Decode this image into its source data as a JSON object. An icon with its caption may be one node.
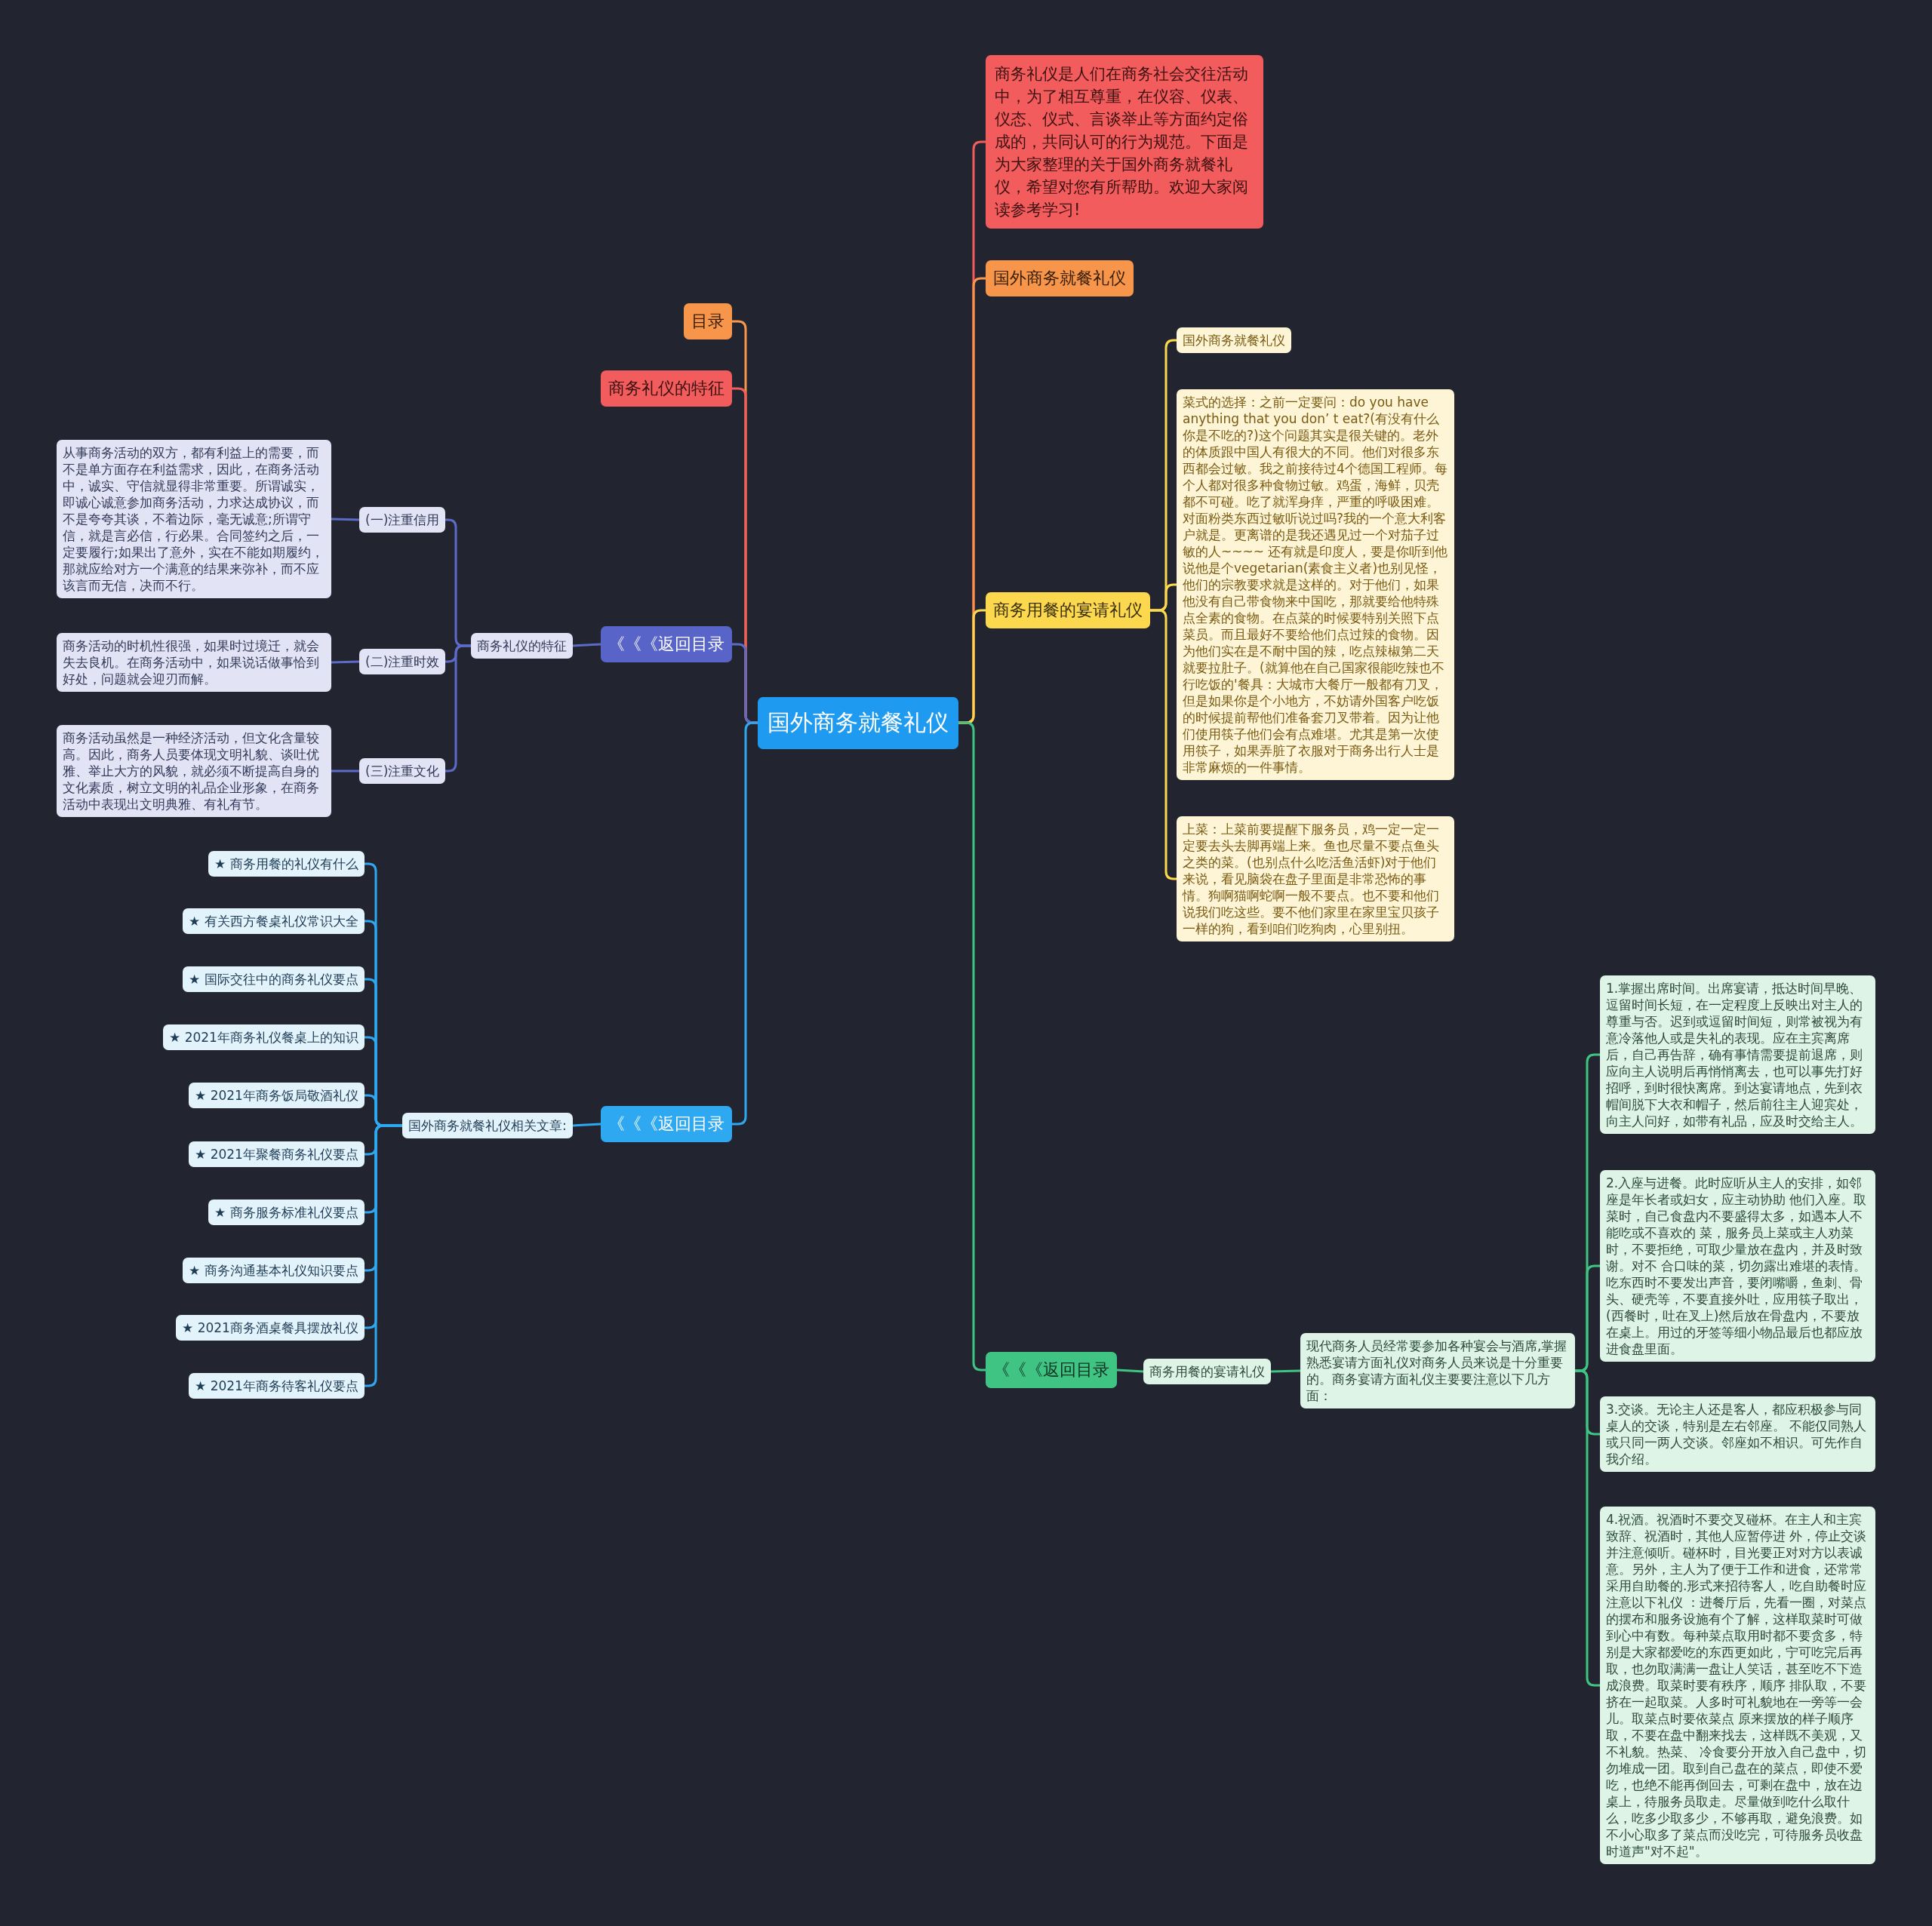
{
  "diagram": {
    "nodes": [
      {
        "text": [
          "国外商务就餐礼仪"
        ]
      },
      {
        "text": [
          "商务礼仪是人们在商务社会交往活动中，为了相互尊重，在仪容、仪表、仪态、仪式、言谈举止等方面约定俗成的，共同认可的行为规范。下面是为大家整理的关于国外商务就餐礼仪，希望对您有所帮助。欢迎大家阅读参考学习!"
        ]
      },
      {
        "text": [
          "国外商务就餐礼仪"
        ]
      },
      {
        "text": [
          "商务用餐的宴请礼仪"
        ]
      },
      {
        "text": [
          "国外商务就餐礼仪"
        ]
      },
      {
        "text": [
          "菜式的选择：之前一定要问：do you have anything that you don’ t eat?(有没有什么你是不吃的?)这个问题其实是很关键的。老外的体质跟中国人有很大的不同。他们对很多东西都会过敏。我之前接待过4个德国工程师。每个人都对很多种食物过敏。鸡蛋，海鲜，贝壳都不可碰。吃了就浑身痒，严重的呼吸困难。对面粉类东西过敏听说过吗?我的一个意大利客户就是。更离谱的是我还遇见过一个对茄子过敏的人~~~~ 还有就是印度人，要是你听到他说他是个vegetarian(素食主义者)也别见怪，他们的宗教要求就是这样的。对于他们，如果他没有自己带食物来中国吃，那就要给他特殊点全素的食物。在点菜的时候要特别关照下点菜员。而且最好不要给他们点过辣的食物。因为他们实在是不耐中国的辣，吃点辣椒第二天就要拉肚子。(就算他在自己国家很能吃辣也不行吃饭的'餐具：大城市大餐厅一般都有刀叉，但是如果你是个小地方，不妨请外国客户吃饭的时候提前帮他们准备套刀叉带着。因为让他们使用筷子他们会有点难堪。尤其是第一次使用筷子，如果弄脏了衣服对于商务出行人士是非常麻烦的一件事情。"
        ]
      },
      {
        "text": [
          "上菜：上菜前要提醒下服务员，鸡一定一定一定要去头去脚再端上来。鱼也尽量不要点鱼头之类的菜。(也别点什么吃活鱼活虾)对于他们来说，看见脑袋在盘子里面是非常恐怖的事情。狗啊猫啊蛇啊一般不要点。也不要和他们说我们吃这些。要不他们家里在家里宝贝孩子一样的狗，看到咱们吃狗肉，心里别扭。"
        ]
      },
      {
        "text": [
          "《《《返回目录"
        ]
      },
      {
        "text": [
          "商务用餐的宴请礼仪"
        ]
      },
      {
        "text": [
          "现代商务人员经常要参加各种宴会与酒席,掌握熟悉宴请方面礼仪对商务人员来说是十分重要的。商务宴请方面礼仪主要要注意以下几方面："
        ]
      },
      {
        "text": [
          "1.掌握出席时间。出席宴请，抵达时间早晚、逗留时间长短，在一定程度上反映出对主人的尊重与否。迟到或逗留时间短，则常被视为有意冷落他人或是失礼的表现。应在主宾离席后，自己再告辞，确有事情需要提前退席，则应向主人说明后再悄悄离去，也可以事先打好招呼，到时很快离席。到达宴请地点，先到衣帽间脱下大衣和帽子，然后前往主人迎宾处，向主人问好，如带有礼品，应及时交给主人。"
        ]
      },
      {
        "text": [
          "2.入座与进餐。此时应听从主人的安排，如邻座是年长者或妇女，应主动协助 他们入座。取菜时，自己食盘内不要盛得太多，如遇本人不能吃或不喜欢的 菜，服务员上菜或主人劝菜时，不要拒绝，可取少量放在盘内，并及时致谢。对不 合口味的菜，切勿露出难堪的表情。吃东西时不要发出声音，要闭嘴嚼，鱼刺、骨头、硬壳等，不要直接外吐，应用筷子取出，(西餐时，吐在叉上)然后放在骨盘内，不要放在桌上。用过的牙签等细小物品最后也都应放进食盘里面。"
        ]
      },
      {
        "text": [
          "3.交谈。无论主人还是客人，都应积极参与同桌人的交谈，特别是左右邻座。 不能仅同熟人或只同一两人交谈。邻座如不相识。可先作自我介绍。"
        ]
      },
      {
        "text": [
          "4.祝酒。祝酒时不要交叉碰杯。在主人和主宾致辞、祝酒时，其他人应暂停进 外，停止交谈并注意倾听。碰杯时，目光要正对对方以表诚意。另外，主人为了便于工作和进食，还常常采用自助餐的.形式来招待客人，吃自助餐时应注意以下礼仪 ：进餐厅后，先看一圈，对菜点的摆布和服务设施有个了解，这样取菜时可做到心中有数。每种菜点取用时都不要贪多，特别是大家都爱吃的东西更如此，宁可吃完后再取，也勿取满满一盘让人笑话，甚至吃不下造成浪费。取菜时要有秩序，顺序 排队取，不要挤在一起取菜。人多时可礼貌地在一旁等一会儿。取菜点时要依菜点 原来摆放的样子顺序取，不要在盘中翻来找去，这样既不美观，又不礼貌。热菜、 冷食要分开放入自己盘中，切勿堆成一团。取到自己盘在的菜点，即使不爱吃，也绝不能再倒回去，可剩在盘中，放在边桌上，待服务员取走。尽量做到吃什么取什么，吃多少取多少，不够再取，避免浪费。如不小心取多了菜点而没吃完，可待服务员收盘时道声\"对不起\"。"
        ]
      },
      {
        "text": [
          "目录"
        ]
      },
      {
        "text": [
          "商务礼仪的特征"
        ]
      },
      {
        "text": [
          "《《《返回目录"
        ]
      },
      {
        "text": [
          "商务礼仪的特征"
        ]
      },
      {
        "text": [
          "(一)注重信用"
        ]
      },
      {
        "text": [
          "从事商务活动的双方，都有利益上的需要，而不是单方面存在利益需求，因此，在商务活动中，诚实、守信就显得非常重要。所谓诚实，即诚心诚意参加商务活动，力求达成协议，而不是夸夸其谈，不着边际，毫无诚意;所谓守信，就是言必信，行必果。合同签约之后，一定要履行;如果出了意外，实在不能如期履约，那就应给对方一个满意的结果来弥补，而不应该言而无信，决而不行。"
        ]
      },
      {
        "text": [
          "(二)注重时效"
        ]
      },
      {
        "text": [
          "商务活动的时机性很强，如果时过境迁，就会失去良机。在商务活动中，如果说话做事恰到好处，问题就会迎刃而解。"
        ]
      },
      {
        "text": [
          "(三)注重文化"
        ]
      },
      {
        "text": [
          "商务活动虽然是一种经济活动，但文化含量较高。因此，商务人员要体现文明礼貌、谈吐优雅、举止大方的风貌，就必须不断提高自身的文化素质，树立文明的礼品企业形象，在商务活动中表现出文明典雅、有礼有节。"
        ]
      },
      {
        "text": [
          "《《《返回目录"
        ]
      },
      {
        "text": [
          "国外商务就餐礼仪相关文章:"
        ]
      },
      {
        "text": [
          "★ 商务用餐的礼仪有什么"
        ]
      },
      {
        "text": [
          "★ 有关西方餐桌礼仪常识大全"
        ]
      },
      {
        "text": [
          "★ 国际交往中的商务礼仪要点"
        ]
      },
      {
        "text": [
          "★ 2021年商务礼仪餐桌上的知识"
        ]
      },
      {
        "text": [
          "★ 2021年商务饭局敬酒礼仪"
        ]
      },
      {
        "text": [
          "★ 2021年聚餐商务礼仪要点"
        ]
      },
      {
        "text": [
          "★ 商务服务标准礼仪要点"
        ]
      },
      {
        "text": [
          "★ 商务沟通基本礼仪知识要点"
        ]
      },
      {
        "text": [
          "★ 2021商务酒桌餐具摆放礼仪"
        ]
      },
      {
        "text": [
          "★ 2021年商务待客礼仪要点"
        ]
      }
    ],
    "edges": [
      {
        "from": 0,
        "to": 1,
        "arrow": "none",
        "color": "#f25c5c"
      },
      {
        "from": 0,
        "to": 2,
        "arrow": "none",
        "color": "#f7954a"
      },
      {
        "from": 0,
        "to": 3,
        "arrow": "none",
        "color": "#fcd84e"
      },
      {
        "from": 3,
        "to": 4,
        "arrow": "none",
        "color": "#fcd84e"
      },
      {
        "from": 3,
        "to": 5,
        "arrow": "none",
        "color": "#fcd84e"
      },
      {
        "from": 3,
        "to": 6,
        "arrow": "none",
        "color": "#fcd84e"
      },
      {
        "from": 0,
        "to": 7,
        "arrow": "none",
        "color": "#3fc484"
      },
      {
        "from": 7,
        "to": 8,
        "arrow": "none",
        "color": "#3fc484"
      },
      {
        "from": 8,
        "to": 9,
        "arrow": "none",
        "color": "#3fc484"
      },
      {
        "from": 9,
        "to": 10,
        "arrow": "none",
        "color": "#3fc484"
      },
      {
        "from": 9,
        "to": 11,
        "arrow": "none",
        "color": "#3fc484"
      },
      {
        "from": 9,
        "to": 12,
        "arrow": "none",
        "color": "#3fc484"
      },
      {
        "from": 9,
        "to": 13,
        "arrow": "none",
        "color": "#3fc484"
      },
      {
        "from": 0,
        "to": 14,
        "arrow": "none",
        "color": "#f7954a"
      },
      {
        "from": 0,
        "to": 15,
        "arrow": "none",
        "color": "#f25c5c"
      },
      {
        "from": 0,
        "to": 16,
        "arrow": "none",
        "color": "#5c6bc8"
      },
      {
        "from": 16,
        "to": 17,
        "arrow": "none",
        "color": "#5c6bc8"
      },
      {
        "from": 17,
        "to": 18,
        "arrow": "none",
        "color": "#5c6bc8"
      },
      {
        "from": 18,
        "to": 19,
        "arrow": "none",
        "color": "#5c6bc8"
      },
      {
        "from": 17,
        "to": 20,
        "arrow": "none",
        "color": "#5c6bc8"
      },
      {
        "from": 20,
        "to": 21,
        "arrow": "none",
        "color": "#5c6bc8"
      },
      {
        "from": 17,
        "to": 22,
        "arrow": "none",
        "color": "#5c6bc8"
      },
      {
        "from": 22,
        "to": 23,
        "arrow": "none",
        "color": "#5c6bc8"
      },
      {
        "from": 0,
        "to": 24,
        "arrow": "none"
      },
      {
        "from": 24,
        "to": 25,
        "arrow": "none"
      },
      {
        "from": 25,
        "to": 26,
        "arrow": "none"
      },
      {
        "from": 25,
        "to": 27,
        "arrow": "none"
      },
      {
        "from": 25,
        "to": 28,
        "arrow": "none"
      },
      {
        "from": 25,
        "to": 29,
        "arrow": "none"
      },
      {
        "from": 25,
        "to": 30,
        "arrow": "none"
      },
      {
        "from": 25,
        "to": 31,
        "arrow": "none"
      },
      {
        "from": 25,
        "to": 32,
        "arrow": "none"
      },
      {
        "from": 25,
        "to": 33,
        "arrow": "none"
      },
      {
        "from": 25,
        "to": 34,
        "arrow": "none"
      },
      {
        "from": 25,
        "to": 35,
        "arrow": "none"
      }
    ]
  }
}
